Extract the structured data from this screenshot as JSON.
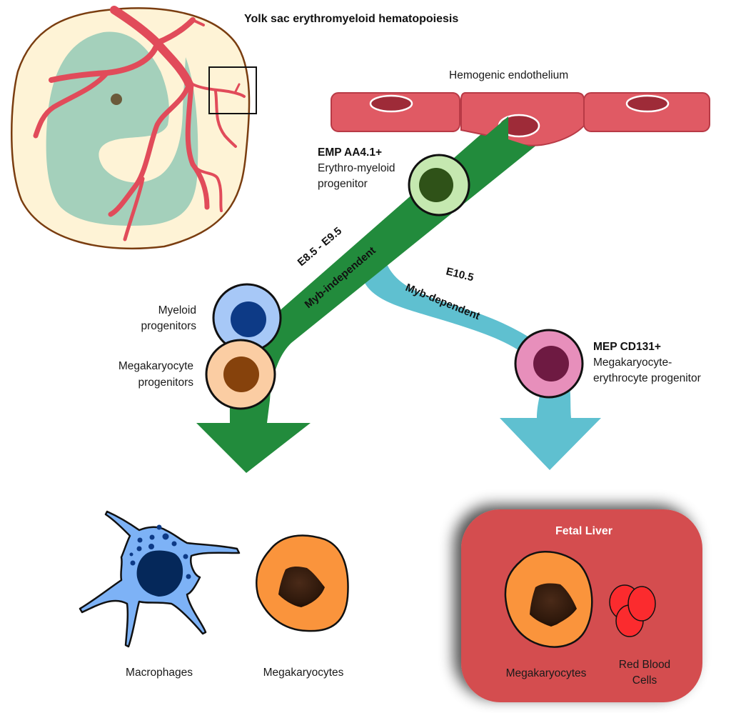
{
  "title": "Yolk sac erythromyeloid hematopoiesis",
  "hemogenic_endothelium": {
    "label": "Hemogenic endothelium",
    "cell_color": "#e05a64",
    "nucleus_color": "#9e2b38"
  },
  "emp": {
    "name": "EMP AA4.1+",
    "desc_line1": "Erythro-myeloid",
    "desc_line2": "progenitor",
    "outer_color": "#c5e8b0",
    "nucleus_color": "#2f5218"
  },
  "pathways": {
    "myb_independent": {
      "stage": "E8.5 - E9.5",
      "label": "Myb-independent",
      "color": "#228b3c"
    },
    "myb_dependent": {
      "stage": "E10.5",
      "label": "Myb-dependent",
      "color": "#5fc0d0"
    }
  },
  "myeloid_progenitors": {
    "line1": "Myeloid",
    "line2": "progenitors",
    "outer_color": "#a7c8f7",
    "nucleus_color": "#0d3a86"
  },
  "megakaryocyte_progenitors": {
    "line1": "Megakaryocyte",
    "line2": "progenitors",
    "outer_color": "#fbcda3",
    "nucleus_color": "#86420c"
  },
  "mep": {
    "name": "MEP CD131+",
    "desc_line1": "Megakaryocyte-",
    "desc_line2": "erythrocyte progenitor",
    "outer_color": "#e78fbb",
    "nucleus_color": "#6e1a42"
  },
  "outputs": {
    "macrophages": {
      "label": "Macrophages",
      "color": "#7db2f6",
      "nucleus_color": "#05285a"
    },
    "megakaryocytes": {
      "label": "Megakaryocytes",
      "color": "#fa943c",
      "nucleus_color": "#3b2010"
    }
  },
  "fetal_liver": {
    "title": "Fetal Liver",
    "color": "#d44e4f",
    "megakaryocytes_label": "Megakaryocytes",
    "rbc_line1": "Red Blood",
    "rbc_line2": "Cells",
    "rbc_color": "#fb2b2e"
  },
  "yolk_sac": {
    "fill": "#fef3d6",
    "border": "#7a3d10",
    "embryo": "#a4d0bb",
    "vessel": "#e14b5a"
  }
}
